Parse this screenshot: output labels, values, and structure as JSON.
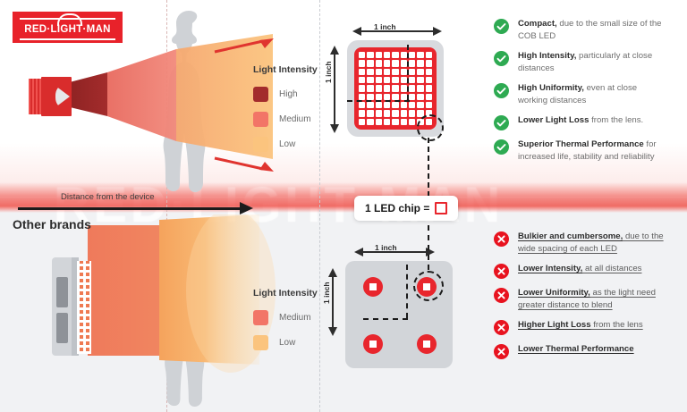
{
  "brand": {
    "name": "RED·LIGHT·MAN"
  },
  "top_section": {
    "legend": {
      "title": "Light Intensity",
      "items": [
        {
          "label": "High",
          "color": "#a32c2c"
        },
        {
          "label": "Medium",
          "color": "#f27567"
        },
        {
          "label": "Low",
          "color": "#fbc47e"
        }
      ]
    },
    "panel": {
      "width_label": "1 inch",
      "height_label": "1 inch",
      "grid_cols": 9,
      "grid_rows": 9,
      "body_color": "#e8262d",
      "chip_color": "#ffffff"
    },
    "pros": [
      {
        "bold": "Compact,",
        "rest": " due to the small size of the COB LED"
      },
      {
        "bold": "High Intensity,",
        "rest": " particularly at close distances"
      },
      {
        "bold": "High Uniformity,",
        "rest": " even at close working distances"
      },
      {
        "bold": "Lower Light Loss",
        "rest": " from the lens."
      },
      {
        "bold": "Superior Thermal Performance",
        "rest": " for increased life, stability and reliability"
      }
    ]
  },
  "axis": {
    "label": "Distance from the device"
  },
  "callout": {
    "text": "1 LED chip =",
    "chip_color": "#e8262d"
  },
  "bottom_section": {
    "heading": "Other brands",
    "legend": {
      "title": "Light Intensity",
      "items": [
        {
          "label": "Medium",
          "color": "#f27567"
        },
        {
          "label": "Low",
          "color": "#fbc47e"
        }
      ]
    },
    "panel": {
      "width_label": "1 inch",
      "height_label": "1 inch",
      "led_count": 4,
      "body_color": "#d2d5d9",
      "led_color": "#e8262d"
    },
    "cons": [
      {
        "bold": "Bulkier and cumbersome,",
        "rest": " due to the wide spacing of each LED"
      },
      {
        "bold": "Lower Intensity,",
        "rest": " at all distances"
      },
      {
        "bold": "Lower Uniformity,",
        "rest": " as the light need greater distance to blend"
      },
      {
        "bold": "Higher Light Loss",
        "rest": " from the lens"
      },
      {
        "bold": "Lower Thermal Performance",
        "rest": ""
      }
    ]
  },
  "icons": {
    "check": "check-icon",
    "cross": "cross-icon"
  },
  "colors": {
    "brand_red": "#e8222a",
    "pro_green": "#2eaa52",
    "con_red": "#e8131f",
    "intensity_high": "#a32c2c",
    "intensity_medium": "#f27567",
    "intensity_low": "#fbc47e"
  }
}
